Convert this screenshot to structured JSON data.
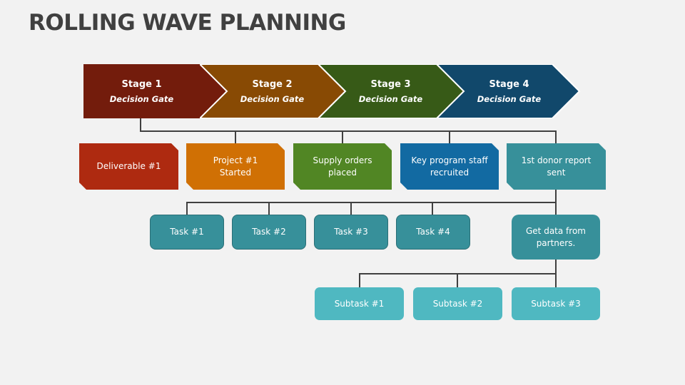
{
  "title": "ROLLING WAVE PLANNING",
  "stages": [
    {
      "label": "Stage 1",
      "sub": "Decision Gate",
      "color": "#731c0c"
    },
    {
      "label": "Stage 2",
      "sub": "Decision Gate",
      "color": "#884a04"
    },
    {
      "label": "Stage 3",
      "sub": "Decision Gate",
      "color": "#375a17"
    },
    {
      "label": "Stage 4",
      "sub": "Decision Gate",
      "color": "#11486b"
    }
  ],
  "deliverables": [
    {
      "label": "Deliverable #1",
      "color": "#ae2a10"
    },
    {
      "label": "Project #1 Started",
      "color": "#d07004"
    },
    {
      "label": "Supply orders placed",
      "color": "#518624"
    },
    {
      "label": "Key program staff recruited",
      "color": "#126aa2"
    },
    {
      "label": "1st donor report sent",
      "color": "#37909a"
    }
  ],
  "tasks": [
    "Task #1",
    "Task #2",
    "Task #3",
    "Task #4",
    "Get data from partners."
  ],
  "subtasks": [
    "Subtask #1",
    "Subtask #2",
    "Subtask #3"
  ]
}
